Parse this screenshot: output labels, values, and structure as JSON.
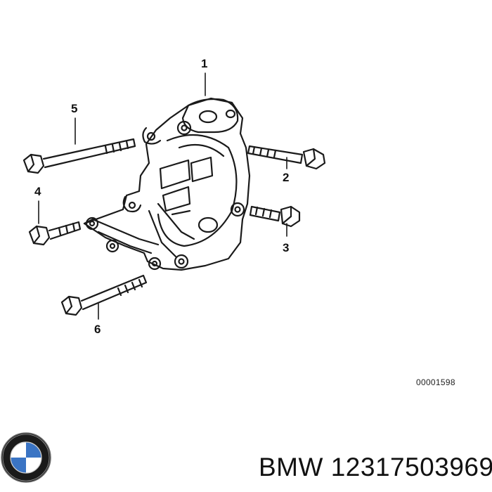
{
  "callouts": [
    "1",
    "2",
    "3",
    "4",
    "5",
    "6"
  ],
  "drawing_id": "00001598",
  "brand": "BMW",
  "part_number": "12317503969",
  "logo": {
    "name": "bmw-roundel-icon",
    "colors": {
      "ring": "#1a1a1a",
      "blue": "#3a74c4",
      "white": "#ffffff"
    }
  }
}
